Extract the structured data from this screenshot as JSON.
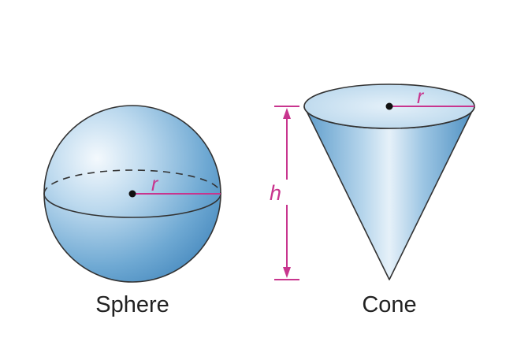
{
  "sphere": {
    "caption": "Sphere",
    "radius_label": "r"
  },
  "cone": {
    "caption": "Cone",
    "radius_label": "r",
    "height_label": "h"
  },
  "colors": {
    "accent": "#c8358e",
    "outline": "#333333",
    "fill_light": "#eaf4fb",
    "fill_dark": "#4c92c4"
  }
}
